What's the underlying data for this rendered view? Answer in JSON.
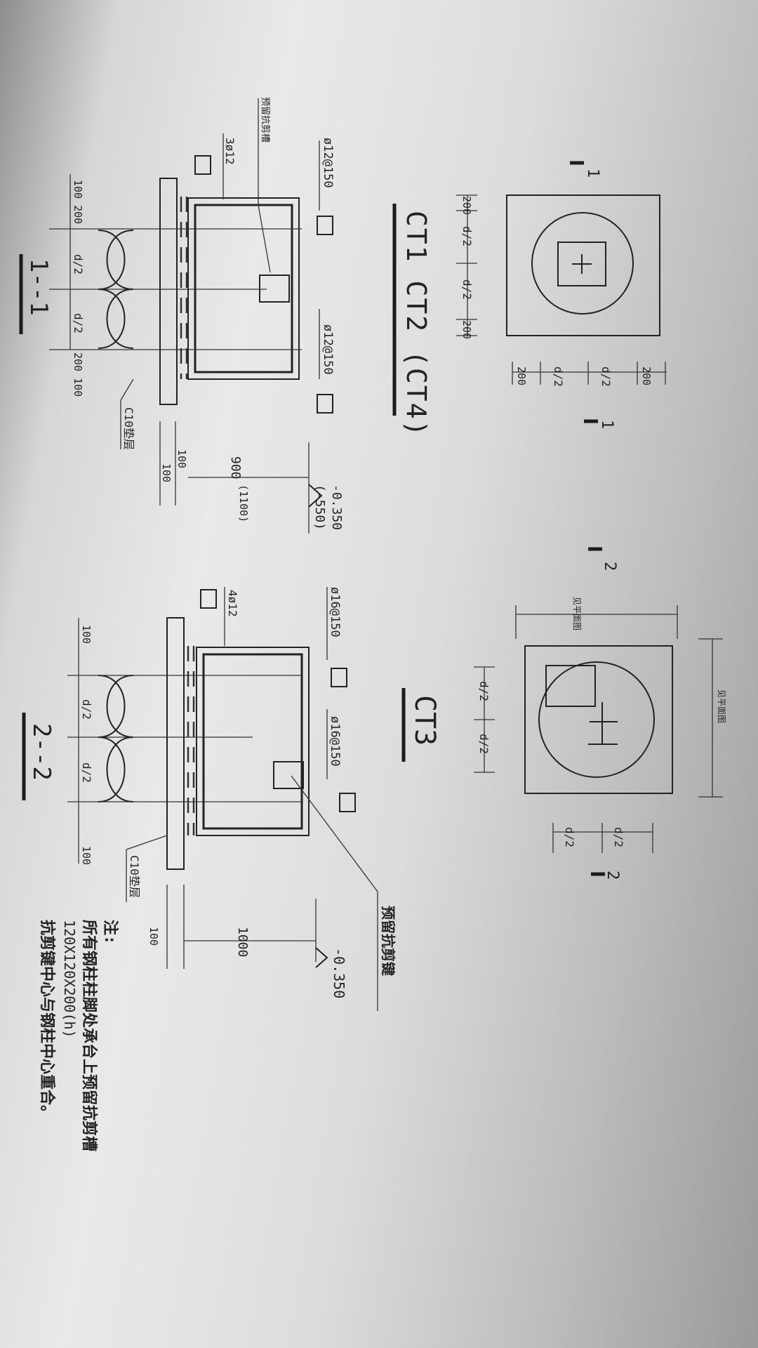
{
  "drawing": {
    "title_ct1": "CT1 CT2 (CT4)",
    "title_ct3": "CT3",
    "section_1_label": "1--1",
    "section_2_label": "2--2",
    "cut_mark_1": "1",
    "cut_mark_2": "2",
    "plan_ct3_side_label": "见平面图",
    "dims": {
      "d2": "d/2",
      "v200": "200",
      "v100": "100",
      "v900": "900",
      "v1100": "(1100)",
      "v1000": "1000",
      "v100200": "100 200",
      "v200100": "200 100"
    },
    "section1": {
      "rebar_top": "ø12@150",
      "rebar_bottom": "ø12@150",
      "stirrup": "3ø12",
      "shear_key_label": "预留抗剪槽",
      "cushion": "C10垫层",
      "elev_a": "(-550)",
      "elev_b": "-0.350"
    },
    "section2": {
      "rebar_top": "ø16@150",
      "rebar_bottom": "ø16@150",
      "stirrup": "4ø12",
      "shear_key_label": "预留抗剪键",
      "cushion": "C10垫层",
      "elev": "-0.350"
    },
    "notes": {
      "heading": "注:",
      "line1": "所有钢柱柱脚处承台上预留抗剪槽",
      "line2": "120X120X200(h)",
      "line3": "抗剪键中心与钢柱中心重合。"
    }
  }
}
